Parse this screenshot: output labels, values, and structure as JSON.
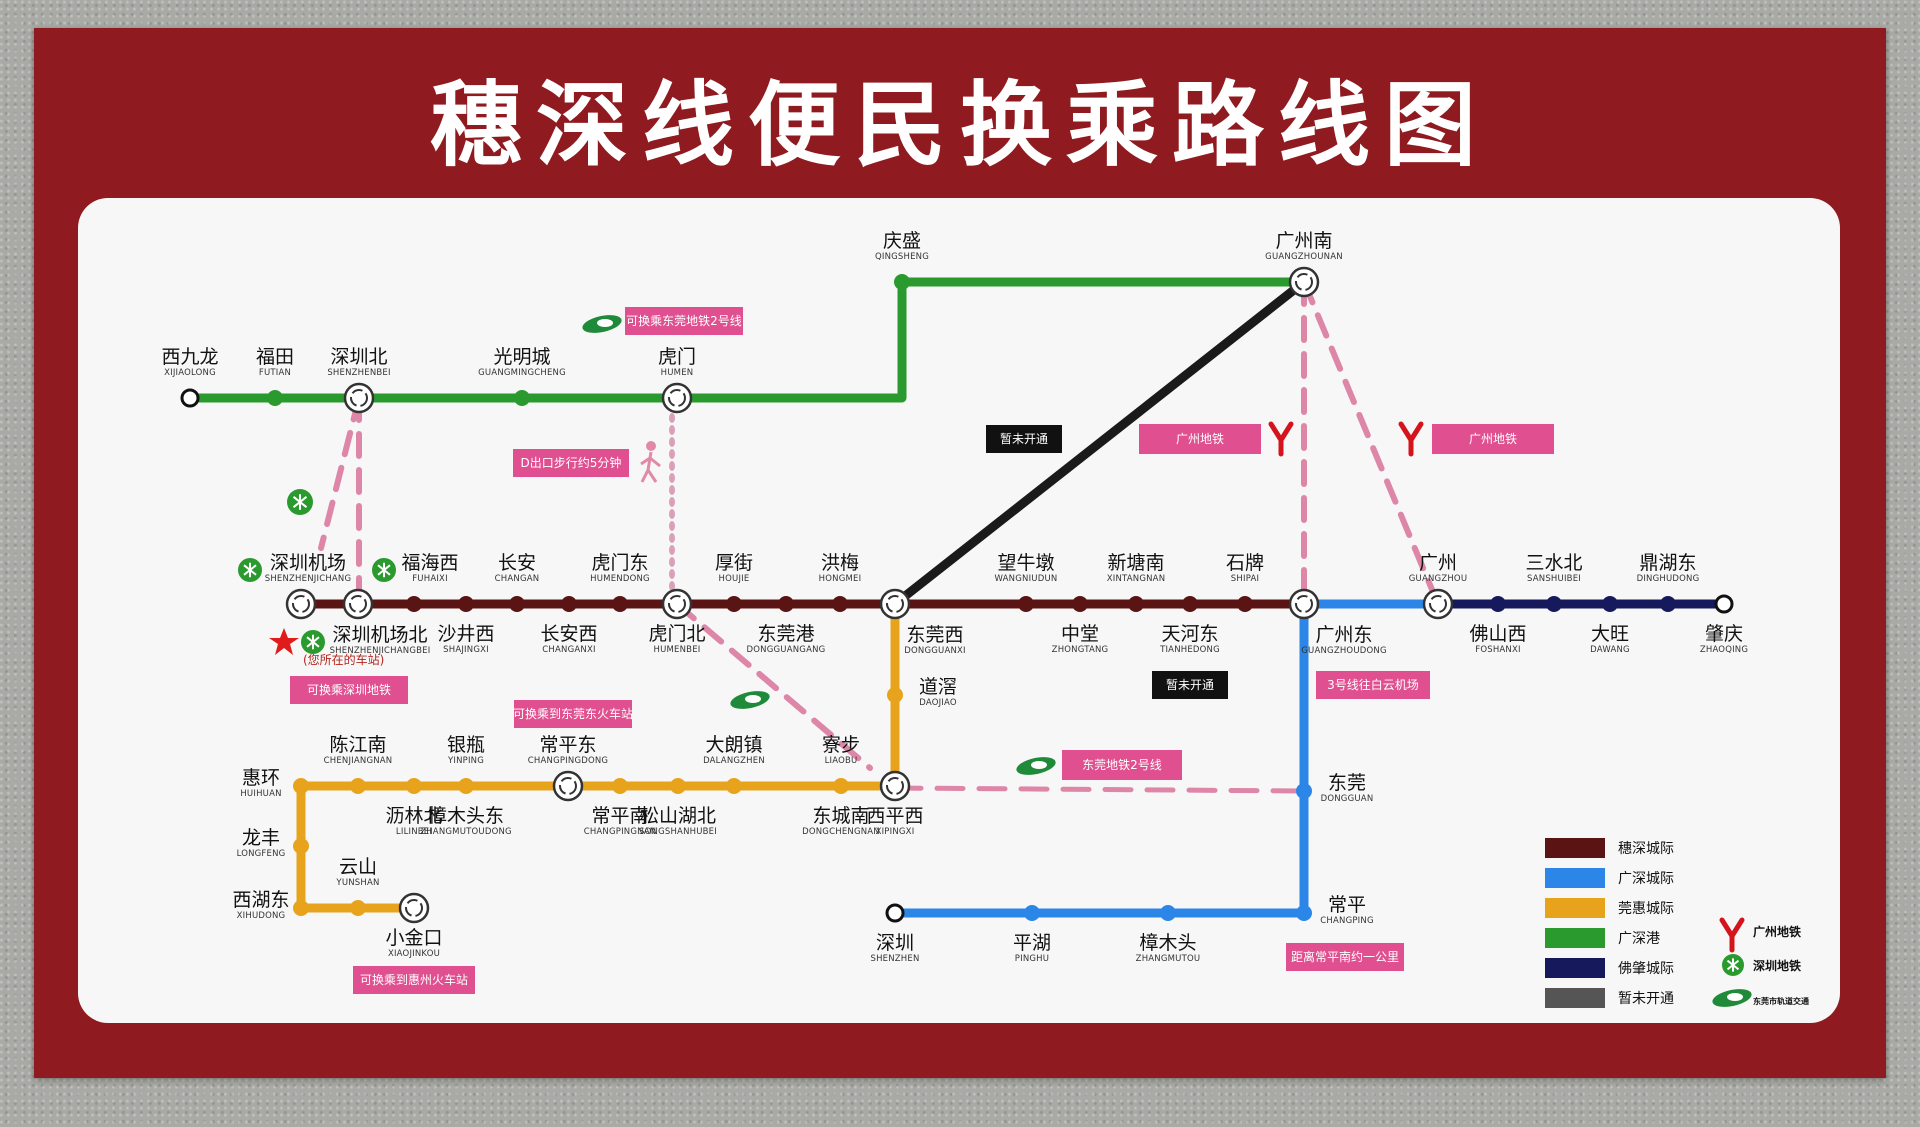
{
  "title": "穗深线便民换乘路线图",
  "colors": {
    "board": "#8f1a1f",
    "suishen": "#5a1414",
    "guangshen": "#2b86e8",
    "guanhui": "#e8a31c",
    "guangshengang": "#2a9a2e",
    "fozhao": "#161a5c",
    "unopened": "#1a1a1a",
    "pink": "#e04f8f",
    "dash": "#dd86a8"
  },
  "stations": [
    {
      "id": "xijiulong",
      "cn": "西九龙",
      "py": "XIJIAOLONG"
    },
    {
      "id": "futian",
      "cn": "福田",
      "py": "FUTIAN"
    },
    {
      "id": "shenzhenbei",
      "cn": "深圳北",
      "py": "SHENZHENBEI"
    },
    {
      "id": "guangmingcheng",
      "cn": "光明城",
      "py": "GUANGMINGCHENG"
    },
    {
      "id": "humen",
      "cn": "虎门",
      "py": "HUMEN"
    },
    {
      "id": "qingsheng",
      "cn": "庆盛",
      "py": "QINGSHENG"
    },
    {
      "id": "guangzhounan",
      "cn": "广州南",
      "py": "GUANGZHOUNAN"
    },
    {
      "id": "shenzhenjichang",
      "cn": "深圳机场",
      "py": "SHENZHENJICHANG"
    },
    {
      "id": "shenzhenjichangbei",
      "cn": "深圳机场北",
      "py": "SHENZHENJICHANGBEI"
    },
    {
      "id": "fuhaixi",
      "cn": "福海西",
      "py": "FUHAIXI"
    },
    {
      "id": "shajingxi",
      "cn": "沙井西",
      "py": "SHAJINGXI"
    },
    {
      "id": "changan",
      "cn": "长安",
      "py": "CHANGAN"
    },
    {
      "id": "changanxi",
      "cn": "长安西",
      "py": "CHANGANXI"
    },
    {
      "id": "humendong",
      "cn": "虎门东",
      "py": "HUMENDONG"
    },
    {
      "id": "humenbei",
      "cn": "虎门北",
      "py": "HUMENBEI"
    },
    {
      "id": "houjie",
      "cn": "厚街",
      "py": "HOUJIE"
    },
    {
      "id": "dongguangang",
      "cn": "东莞港",
      "py": "DONGGUANGANG"
    },
    {
      "id": "hongmei",
      "cn": "洪梅",
      "py": "HONGMEI"
    },
    {
      "id": "dongguanxi",
      "cn": "东莞西",
      "py": "DONGGUANXI"
    },
    {
      "id": "wangniudun",
      "cn": "望牛墩",
      "py": "WANGNIUDUN"
    },
    {
      "id": "zhongtang",
      "cn": "中堂",
      "py": "ZHONGTANG"
    },
    {
      "id": "xintangnan",
      "cn": "新塘南",
      "py": "XINTANGNAN"
    },
    {
      "id": "tianhedong",
      "cn": "天河东",
      "py": "TIANHEDONG"
    },
    {
      "id": "shipai",
      "cn": "石牌",
      "py": "SHIPAI"
    },
    {
      "id": "guangzhoudong",
      "cn": "广州东",
      "py": "GUANGZHOUDONG"
    },
    {
      "id": "guangzhou",
      "cn": "广州",
      "py": "GUANGZHOU"
    },
    {
      "id": "foshanxi",
      "cn": "佛山西",
      "py": "FOSHANXI"
    },
    {
      "id": "sanshuibei",
      "cn": "三水北",
      "py": "SANSHUIBEI"
    },
    {
      "id": "dawang",
      "cn": "大旺",
      "py": "DAWANG"
    },
    {
      "id": "dinghudong",
      "cn": "鼎湖东",
      "py": "DINGHUDONG"
    },
    {
      "id": "zhaoqing",
      "cn": "肇庆",
      "py": "ZHAOQING"
    },
    {
      "id": "daojiao",
      "cn": "道滘",
      "py": "DAOJIAO"
    },
    {
      "id": "xipingxi",
      "cn": "西平西",
      "py": "XIPINGXI"
    },
    {
      "id": "liaobu",
      "cn": "寮步",
      "py": "LIAOBU"
    },
    {
      "id": "dongchengnan",
      "cn": "东城南",
      "py": "DONGCHENGNAN"
    },
    {
      "id": "dalangzhen",
      "cn": "大朗镇",
      "py": "DALANGZHEN"
    },
    {
      "id": "songshanhubei",
      "cn": "松山湖北",
      "py": "SONGSHANHUBEI"
    },
    {
      "id": "changpingdong",
      "cn": "常平东",
      "py": "CHANGPINGDONG"
    },
    {
      "id": "changpingnan",
      "cn": "常平南",
      "py": "CHANGPINGNAN"
    },
    {
      "id": "yinping",
      "cn": "银瓶",
      "py": "YINPING"
    },
    {
      "id": "zhangmutoudong",
      "cn": "樟木头东",
      "py": "ZHANGMUTOUDONG"
    },
    {
      "id": "chenjiangnan",
      "cn": "陈江南",
      "py": "CHENJIANGNAN"
    },
    {
      "id": "lilinbei",
      "cn": "沥林北",
      "py": "LILINBEI"
    },
    {
      "id": "huihuan",
      "cn": "惠环",
      "py": "HUIHUAN"
    },
    {
      "id": "longfeng",
      "cn": "龙丰",
      "py": "LONGFENG"
    },
    {
      "id": "xihudong",
      "cn": "西湖东",
      "py": "XIHUDONG"
    },
    {
      "id": "yunshan",
      "cn": "云山",
      "py": "YUNSHAN"
    },
    {
      "id": "xiaojinkou",
      "cn": "小金口",
      "py": "XIAOJINKOU"
    },
    {
      "id": "dongguan",
      "cn": "东莞",
      "py": "DONGGUAN"
    },
    {
      "id": "changping",
      "cn": "常平",
      "py": "CHANGPING"
    },
    {
      "id": "shenzhen",
      "cn": "深圳",
      "py": "SHENZHEN"
    },
    {
      "id": "pinghu",
      "cn": "平湖",
      "py": "PINGHU"
    },
    {
      "id": "zhangmutou",
      "cn": "樟木头",
      "py": "ZHANGMUTOU"
    }
  ],
  "notes": [
    {
      "id": "note-dg2-interchange",
      "text": "可换乘东莞地铁2号线",
      "style": "pink"
    },
    {
      "id": "note-exit-d-walk",
      "text": "D出口步行约5分钟",
      "style": "pink"
    },
    {
      "id": "note-unopened-1",
      "text": "暂未开通",
      "style": "black"
    },
    {
      "id": "note-gz-metro-left",
      "text": "广州地铁",
      "style": "pink"
    },
    {
      "id": "note-gz-metro-right",
      "text": "广州地铁",
      "style": "pink"
    },
    {
      "id": "note-you-are-here",
      "text": "(您所在的车站)",
      "style": "plain"
    },
    {
      "id": "note-sz-metro",
      "text": "可换乘深圳地铁",
      "style": "pink"
    },
    {
      "id": "note-dongguan-east-rail",
      "text": "可换乘到东莞东火车站",
      "style": "pink"
    },
    {
      "id": "note-dg2-line",
      "text": "东莞地铁2号线",
      "style": "pink"
    },
    {
      "id": "note-unopened-2",
      "text": "暂未开通",
      "style": "black"
    },
    {
      "id": "note-line3-airport",
      "text": "3号线往白云机场",
      "style": "pink"
    },
    {
      "id": "note-huizhou-rail",
      "text": "可换乘到惠州火车站",
      "style": "pink"
    },
    {
      "id": "note-changping-distance",
      "text": "距离常平南约一公里",
      "style": "pink"
    }
  ],
  "legend": [
    {
      "label": "穗深城际",
      "color": "#5a1414"
    },
    {
      "label": "广深城际",
      "color": "#2b86e8"
    },
    {
      "label": "莞惠城际",
      "color": "#e8a31c"
    },
    {
      "label": "广深港",
      "color": "#2a9a2e"
    },
    {
      "label": "佛肇城际",
      "color": "#161a5c"
    },
    {
      "label": "暂未开通",
      "color": "#555555"
    }
  ],
  "logos": [
    {
      "name": "guangzhou-metro-logo",
      "text": "广州地铁"
    },
    {
      "name": "shenzhen-metro-logo",
      "text": "深圳地铁"
    },
    {
      "name": "dongguan-rail-logo",
      "text": "东莞市轨道交通"
    }
  ]
}
